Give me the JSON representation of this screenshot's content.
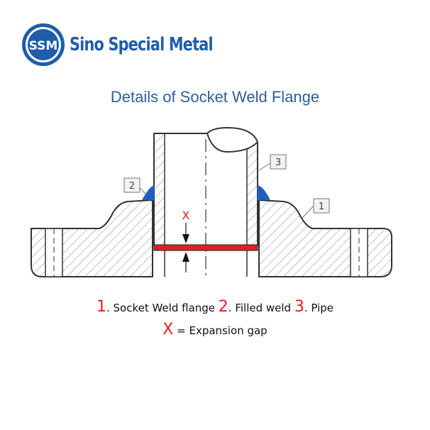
{
  "brand": {
    "badge_text": "SSM",
    "name": "Sino Special Metal",
    "color": "#1f5dab"
  },
  "title": "Details of Socket Weld Flange",
  "callouts": {
    "one": "1",
    "two": "2",
    "three": "3",
    "gap_marker": "X"
  },
  "legend": {
    "item1_num": "1",
    "item1_text": ". Socket Weld flange ",
    "item2_num": "2",
    "item2_text": ". Filled weld ",
    "item3_num": "3",
    "item3_text": ". Pipe",
    "gap_symbol": "X",
    "gap_text": " = Expansion gap"
  },
  "colors": {
    "gap": "#e02020",
    "weld": "#1e5fc4",
    "title": "#2e5e99",
    "accent_number": "#e02020"
  }
}
